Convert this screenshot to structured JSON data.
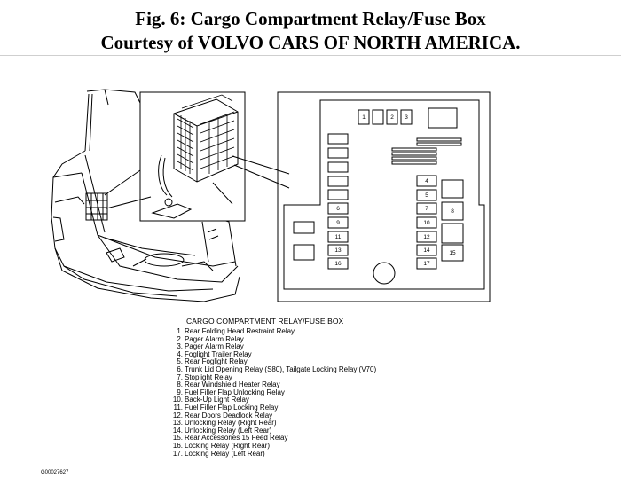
{
  "header": {
    "title": "Fig. 6: Cargo Compartment Relay/Fuse Box",
    "courtesy": "Courtesy of VOLVO CARS OF NORTH AMERICA."
  },
  "diagram": {
    "fuse_labels": [
      "1",
      "2",
      "3",
      "4",
      "5",
      "6",
      "7",
      "8",
      "9",
      "10",
      "11",
      "12",
      "13",
      "14",
      "15",
      "16",
      "17"
    ]
  },
  "legend": {
    "title": "CARGO COMPARTMENT RELAY/FUSE BOX",
    "items": [
      {
        "num": "1.",
        "text": "Rear Folding Head Restraint Relay"
      },
      {
        "num": "2.",
        "text": "Pager Alarm Relay"
      },
      {
        "num": "3.",
        "text": "Pager Alarm Relay"
      },
      {
        "num": "4.",
        "text": "Foglight Trailer Relay"
      },
      {
        "num": "5.",
        "text": "Rear Foglight Relay"
      },
      {
        "num": "6.",
        "text": "Trunk Lid Opening Relay (S80), Tailgate Locking Relay (V70)"
      },
      {
        "num": "7.",
        "text": "Stoplight Relay"
      },
      {
        "num": "8.",
        "text": "Rear Windshield Heater Relay"
      },
      {
        "num": "9.",
        "text": "Fuel Filler Flap Unlocking Relay"
      },
      {
        "num": "10.",
        "text": "Back-Up Light Relay"
      },
      {
        "num": "11.",
        "text": "Fuel Filler Flap Locking Relay"
      },
      {
        "num": "12.",
        "text": "Rear Doors Deadlock Relay"
      },
      {
        "num": "13.",
        "text": "Unlocking Relay (Right Rear)"
      },
      {
        "num": "14.",
        "text": "Unlocking Relay (Left Rear)"
      },
      {
        "num": "15.",
        "text": "Rear Accessories 15 Feed Relay"
      },
      {
        "num": "16.",
        "text": "Locking Relay (Right Rear)"
      },
      {
        "num": "17.",
        "text": "Locking Relay (Left Rear)"
      }
    ]
  },
  "footer": {
    "code": "G00027627"
  }
}
